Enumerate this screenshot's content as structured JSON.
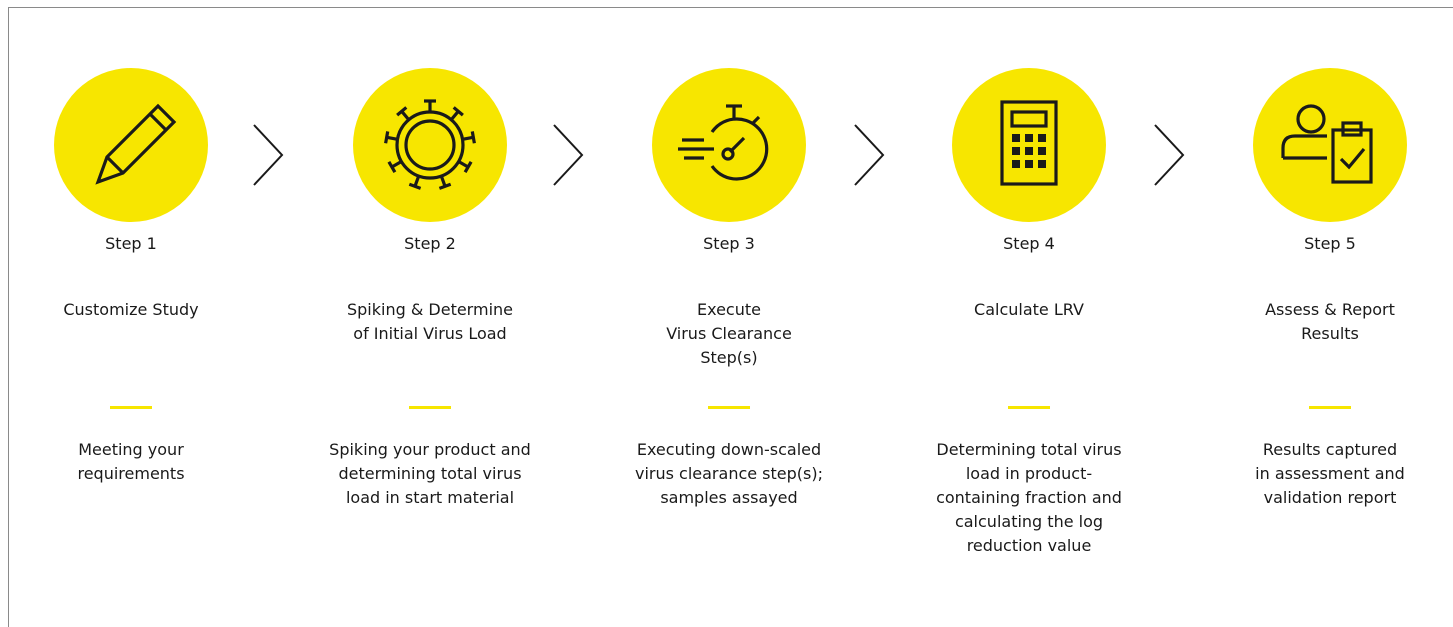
{
  "colors": {
    "accent": "#f7e600",
    "icon": "#1a1a1a",
    "text": "#1a1a1a",
    "border": "#8a8a8a"
  },
  "steps": [
    {
      "icon": "pencil-icon",
      "label": "Step 1",
      "title_lines": [
        "Customize Study"
      ],
      "desc_lines": [
        "Meeting your",
        "requirements"
      ]
    },
    {
      "icon": "virus-icon",
      "label": "Step 2",
      "title_lines": [
        "Spiking & Determine",
        "of Initial Virus Load"
      ],
      "desc_lines": [
        "Spiking your product and",
        "determining total virus",
        "load in start material"
      ]
    },
    {
      "icon": "stopwatch-icon",
      "label": "Step 3",
      "title_lines": [
        "Execute",
        "Virus Clearance",
        "Step(s)"
      ],
      "desc_lines": [
        "Executing down-scaled",
        "virus clearance step(s);",
        "samples assayed"
      ]
    },
    {
      "icon": "calculator-icon",
      "label": "Step 4",
      "title_lines": [
        "Calculate LRV"
      ],
      "desc_lines": [
        "Determining total virus",
        "load in product-",
        "containing fraction and",
        "calculating the log",
        "reduction value"
      ]
    },
    {
      "icon": "person-clipboard-icon",
      "label": "Step 5",
      "title_lines": [
        "Assess & Report",
        "Results"
      ],
      "desc_lines": [
        "Results captured",
        "in assessment and",
        "validation report"
      ]
    }
  ]
}
